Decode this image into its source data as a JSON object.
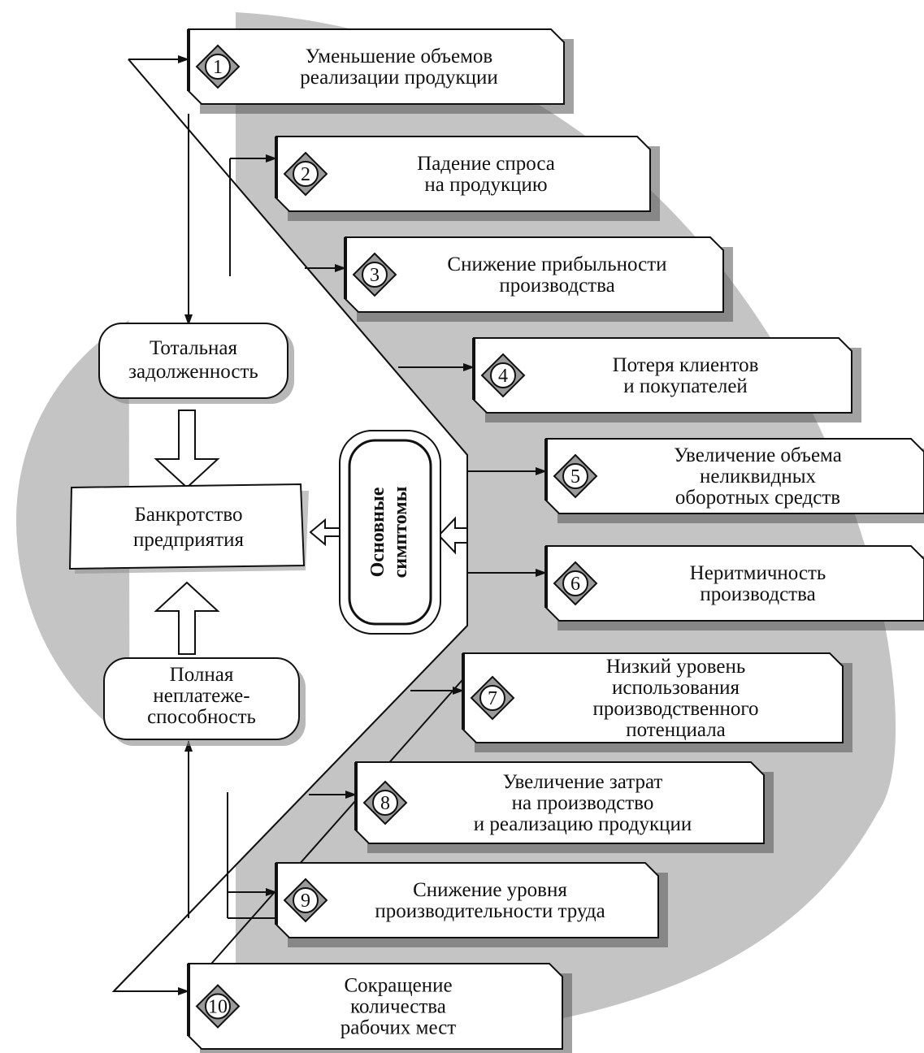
{
  "diagram": {
    "center_label": [
      "Основные",
      "симптомы"
    ],
    "bankruptcy": [
      "Банкротство",
      "предприятия"
    ],
    "total_debt": [
      "Тотальная",
      "задолженность"
    ],
    "insolvency": [
      "Полная",
      "неплатеже-",
      "способность"
    ],
    "symptoms": [
      {
        "number": "1",
        "lines": [
          "Уменьшение объемов",
          "реализации продукции"
        ]
      },
      {
        "number": "2",
        "lines": [
          "Падение спроса",
          "на продукцию"
        ]
      },
      {
        "number": "3",
        "lines": [
          "Снижение прибыльности",
          "производства"
        ]
      },
      {
        "number": "4",
        "lines": [
          "Потеря клиентов",
          "и покупателей"
        ]
      },
      {
        "number": "5",
        "lines": [
          "Увеличение объема",
          "неликвидных",
          "оборотных средств"
        ]
      },
      {
        "number": "6",
        "lines": [
          "Неритмичность",
          "производства"
        ]
      },
      {
        "number": "7",
        "lines": [
          "Низкий уровень",
          "использования",
          "производственного",
          "потенциала"
        ]
      },
      {
        "number": "8",
        "lines": [
          "Увеличение затрат",
          "на производство",
          "и реализацию продукции"
        ]
      },
      {
        "number": "9",
        "lines": [
          "Снижение уровня",
          "производительности труда"
        ]
      },
      {
        "number": "10",
        "lines": [
          "Сокращение",
          "количества",
          "рабочих мест"
        ]
      }
    ]
  }
}
